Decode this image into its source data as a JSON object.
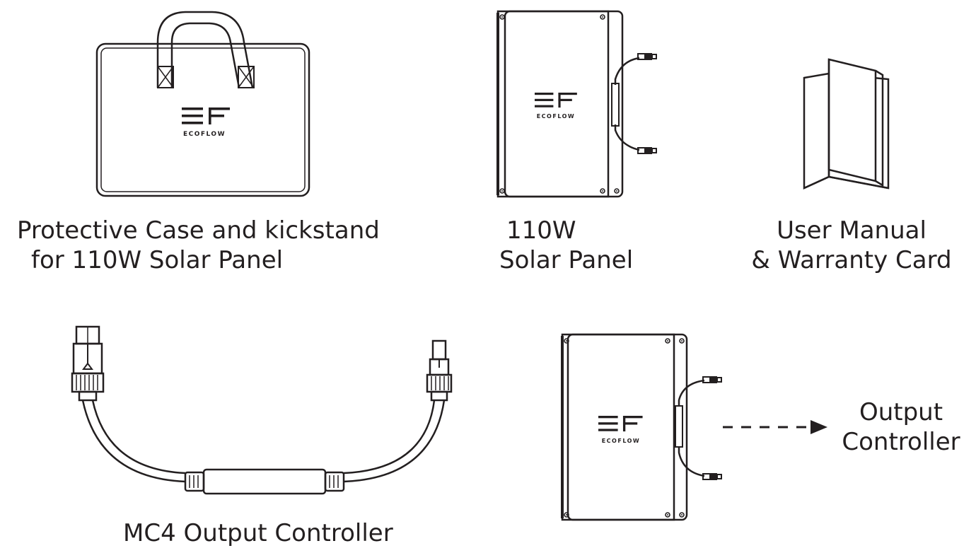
{
  "items": [
    {
      "id": "case",
      "line1": "Protective Case and kickstand",
      "line2": "for 110W Solar Panel"
    },
    {
      "id": "panel",
      "line1": "110W",
      "line2": "Solar Panel"
    },
    {
      "id": "manual",
      "line1": "User Manual",
      "line2": "& Warranty Card"
    },
    {
      "id": "controller",
      "line1": "MC4 Output Controller"
    }
  ],
  "callout": {
    "line1": "Output",
    "line2": "Controller"
  },
  "brand": {
    "wordmark": "ECOFLOW"
  },
  "colors": {
    "ink": "#231f20",
    "background": "#ffffff"
  }
}
